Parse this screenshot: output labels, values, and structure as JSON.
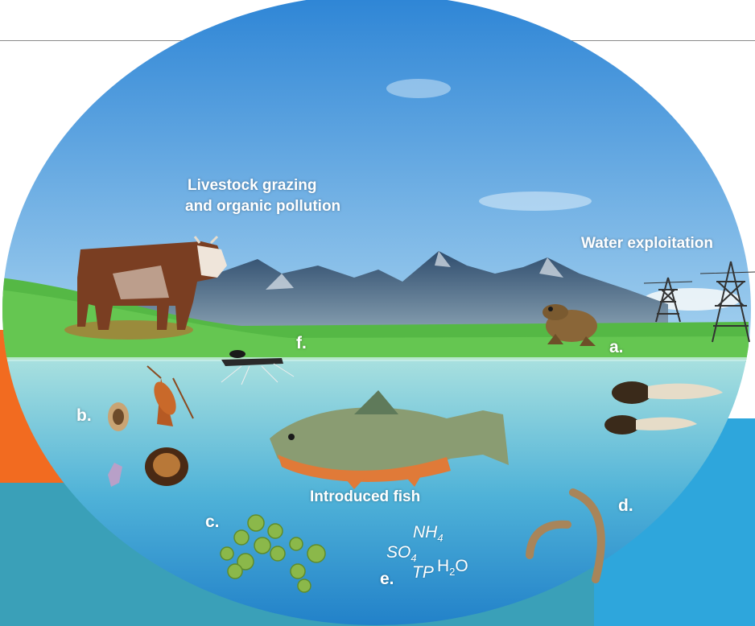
{
  "labels": {
    "livestock_line1": "Livestock grazing",
    "livestock_line2": "and organic pollution",
    "water": "Water exploitation",
    "fish": "Introduced fish",
    "a": "a.",
    "b": "b.",
    "c": "c.",
    "d": "d.",
    "e": "e.",
    "f": "f."
  },
  "chemicals": {
    "nh4": "NH",
    "nh4_sub": "4",
    "so4": "SO",
    "so4_sub": "4",
    "tp": "TP",
    "h2o_h": "H",
    "h2o_sub": "2",
    "h2o_o": "O"
  },
  "colors": {
    "sky_top": "#2f86d6",
    "sky_bottom": "#a9d4f0",
    "mountain": "#3f5e7d",
    "grass": "#55b845",
    "water_top": "#a8e0df",
    "water_bottom": "#1f7ec8",
    "bg_orange": "#f26b20",
    "bg_teal": "#3aa0b8",
    "bg_blue": "#2ea6dc"
  },
  "icons": [
    "cow-icon",
    "frog-icon",
    "power-pylon-icon",
    "fish-icon",
    "tadpole-icon",
    "mosquito-icon",
    "zooplankton-icon",
    "algae-icon",
    "larva-icon"
  ]
}
